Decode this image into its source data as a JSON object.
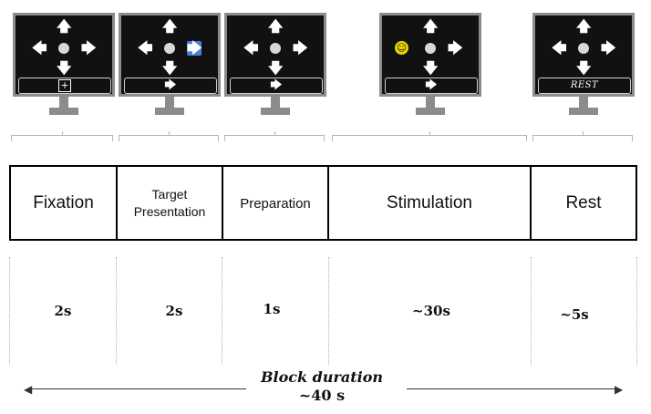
{
  "phases": [
    {
      "label": "Fixation",
      "duration": "2s"
    },
    {
      "label": "Target\nPresentation",
      "duration": "2s"
    },
    {
      "label": "Preparation",
      "duration": "1s"
    },
    {
      "label": "Stimulation",
      "duration": "~30s"
    },
    {
      "label": "Rest",
      "duration": "~5s"
    }
  ],
  "monitors": [
    {
      "bar_content": "cross",
      "highlight_right": false,
      "face": false
    },
    {
      "bar_content": "arrow-right",
      "highlight_right": true,
      "face": false
    },
    {
      "bar_content": "arrow-right",
      "highlight_right": false,
      "face": false
    },
    {
      "bar_content": "arrow-right",
      "highlight_right": false,
      "face": true
    },
    {
      "bar_content": "text",
      "bar_text": "REST",
      "highlight_right": false,
      "face": false
    }
  ],
  "block": {
    "label": "Block duration",
    "value": "~40 s"
  },
  "colors": {
    "highlight_arrow": "#4a7fd4",
    "face": "#f2d600",
    "screen": "#111111",
    "monitor_frame": "#8c8c8c"
  }
}
